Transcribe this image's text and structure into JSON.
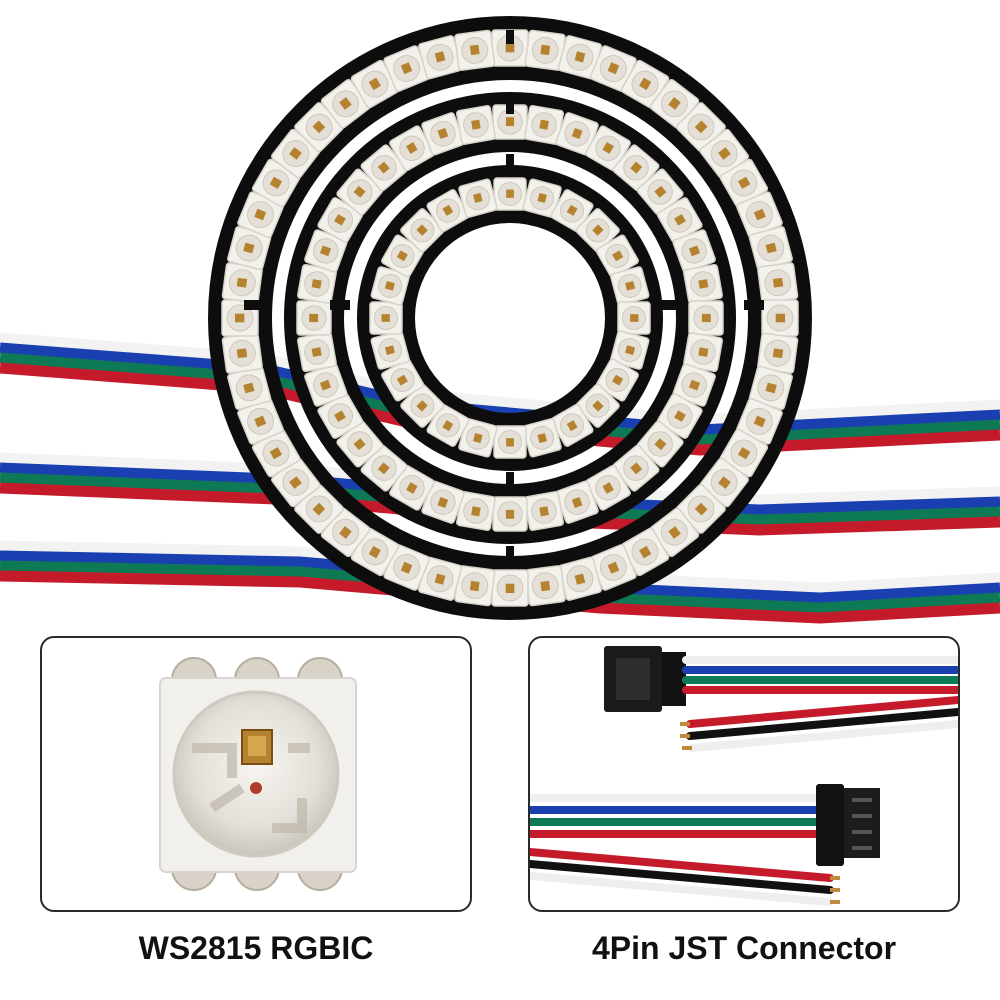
{
  "product": {
    "rings": [
      {
        "name": "outer-ring",
        "led_count": 48
      },
      {
        "name": "middle-ring",
        "led_count": 36
      },
      {
        "name": "inner-ring",
        "led_count": 24
      }
    ],
    "wire_colors": [
      "#f2f2f2",
      "#1a3fb0",
      "#0e7a55",
      "#c41a2a"
    ],
    "pcb_color": "#0d0d0d"
  },
  "panels": {
    "led": {
      "caption": "WS2815 RGBIC",
      "icon": "led-chip-closeup"
    },
    "jst": {
      "caption": "4Pin JST Connector",
      "icon": "jst-connector-wires"
    }
  }
}
